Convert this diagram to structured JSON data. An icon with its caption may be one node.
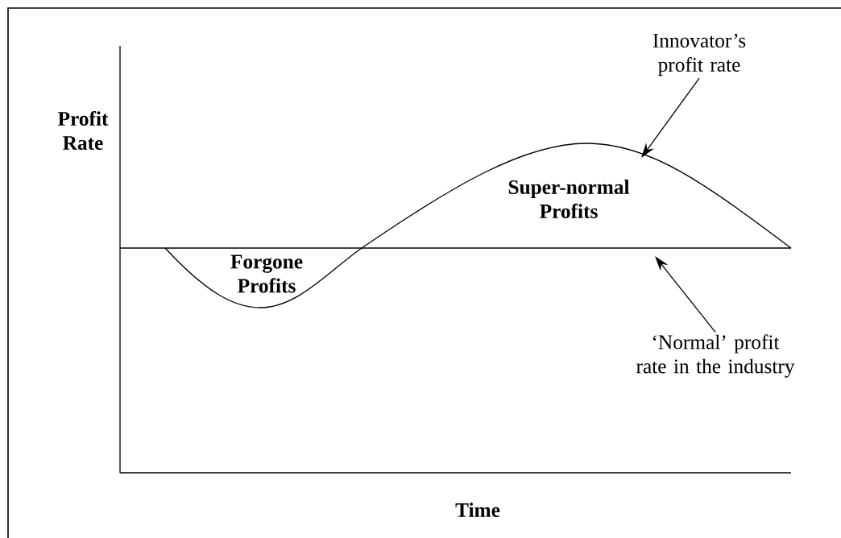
{
  "diagram": {
    "nodes": [
      {
        "text": [
          "Innovator’s profit rate"
        ]
      },
      {
        "text": [
          "‘Normal’ profit rate in the industry"
        ]
      }
    ],
    "edges": [
      {
        "from": 0,
        "to": null,
        "arrow": "to"
      },
      {
        "from": 1,
        "to": null,
        "arrow": "to"
      }
    ],
    "labels": [
      "Profit Rate",
      "Super-normal Profits",
      "Forgone Profits",
      "Time"
    ]
  }
}
